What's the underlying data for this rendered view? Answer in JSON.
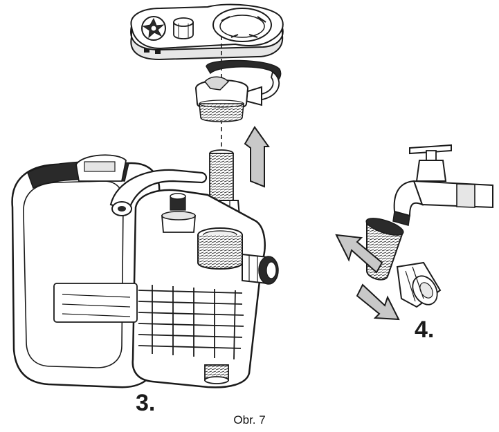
{
  "figure": {
    "step_labels": {
      "pump_step": "3.",
      "tap_step": "4."
    },
    "caption": "Obr. 7",
    "colors": {
      "line": "#1a1a1a",
      "arrow_fill": "#c8c8c8",
      "body_fill": "#ffffff",
      "dark_band": "#2a2a2a"
    }
  }
}
